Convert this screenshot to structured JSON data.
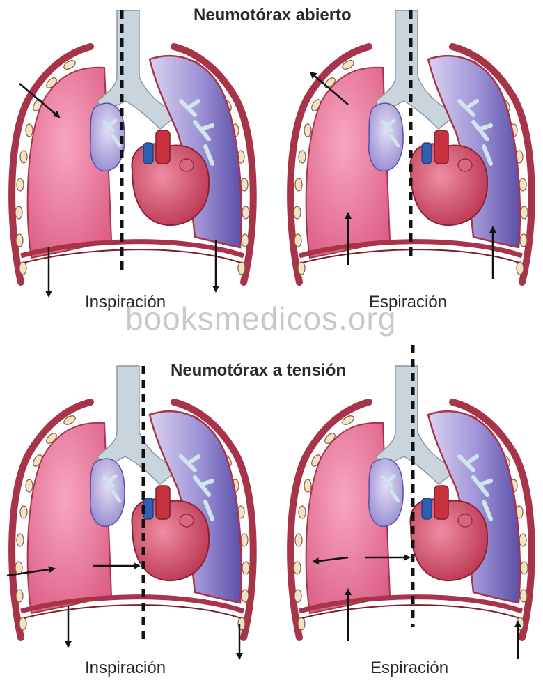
{
  "figure": {
    "top_title": "Neumotórax abierto",
    "bottom_title": "Neumotórax a tensión",
    "panels": [
      {
        "label": "Inspiración"
      },
      {
        "label": "Espiración"
      },
      {
        "label": "Inspiración"
      },
      {
        "label": "Espiración"
      }
    ],
    "watermark": "booksmedicos.org"
  },
  "colors": {
    "collapsed_lung": "#e26a8c",
    "lung_blue": "#8a7ec8",
    "heart": "#c43c56",
    "trachea": "#c9d4dc",
    "pleura": "#a8344a"
  }
}
